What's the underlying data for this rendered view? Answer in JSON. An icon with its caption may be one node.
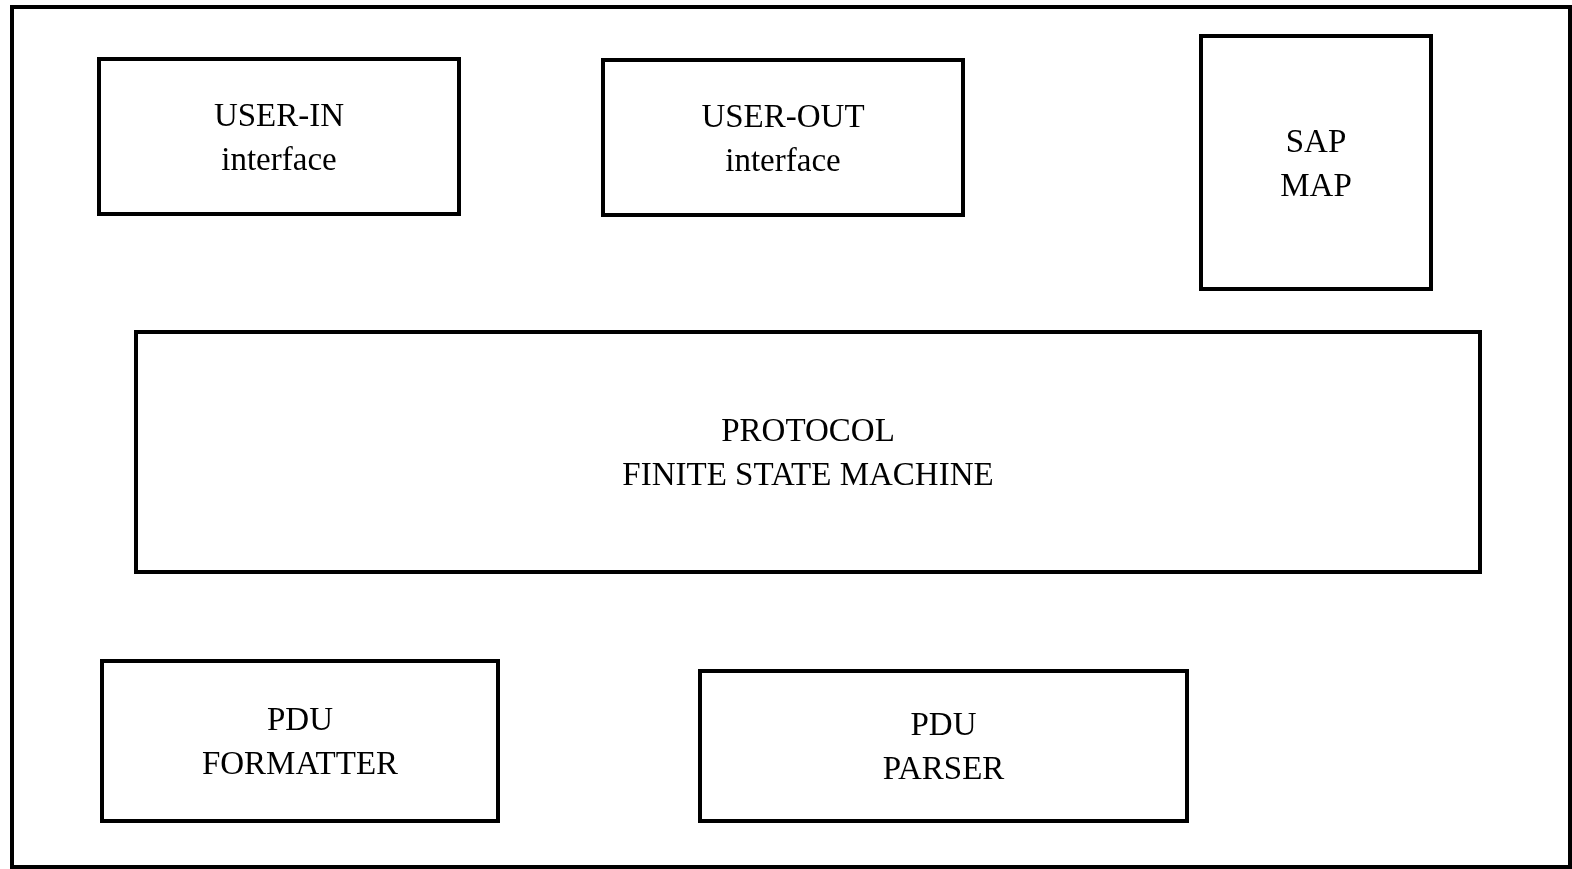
{
  "diagram": {
    "nodes": [
      {
        "text": [],
        "shape": "box"
      },
      {
        "text": [
          "USER-IN interface"
        ],
        "in": 0
      },
      {
        "text": [
          "USER-OUT interface"
        ],
        "in": 0
      },
      {
        "text": [
          "SAP MAP"
        ],
        "in": 0
      },
      {
        "text": [
          "PROTOCOL FINITE STATE MACHINE"
        ],
        "in": 0
      },
      {
        "text": [
          "PDU FORMATTER"
        ],
        "in": 0
      },
      {
        "text": [
          "PDU PARSER"
        ],
        "in": 0
      }
    ],
    "edges": []
  }
}
